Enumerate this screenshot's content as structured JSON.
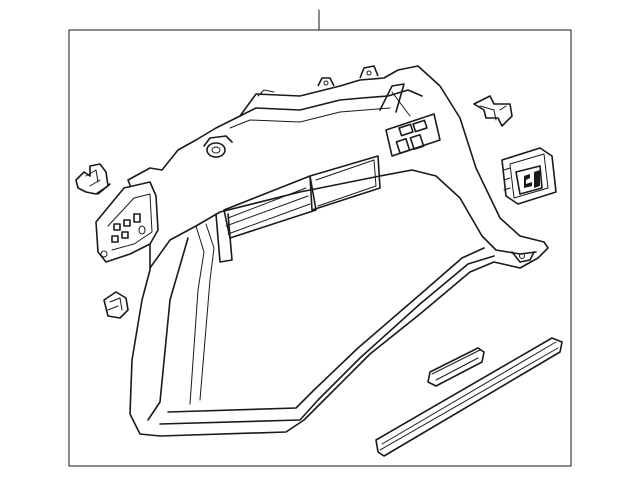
{
  "diagram": {
    "frame": "parts-illustration",
    "line_color": "#1a1a1a",
    "background": "#ffffff",
    "parts": [
      {
        "name": "quarter-trim-panel"
      },
      {
        "name": "upper-bracket"
      },
      {
        "name": "side-bracket"
      },
      {
        "name": "lower-clip"
      },
      {
        "name": "arrow-clip"
      },
      {
        "name": "power-outlet"
      },
      {
        "name": "small-trim-strip"
      },
      {
        "name": "long-trim-strip"
      }
    ]
  }
}
